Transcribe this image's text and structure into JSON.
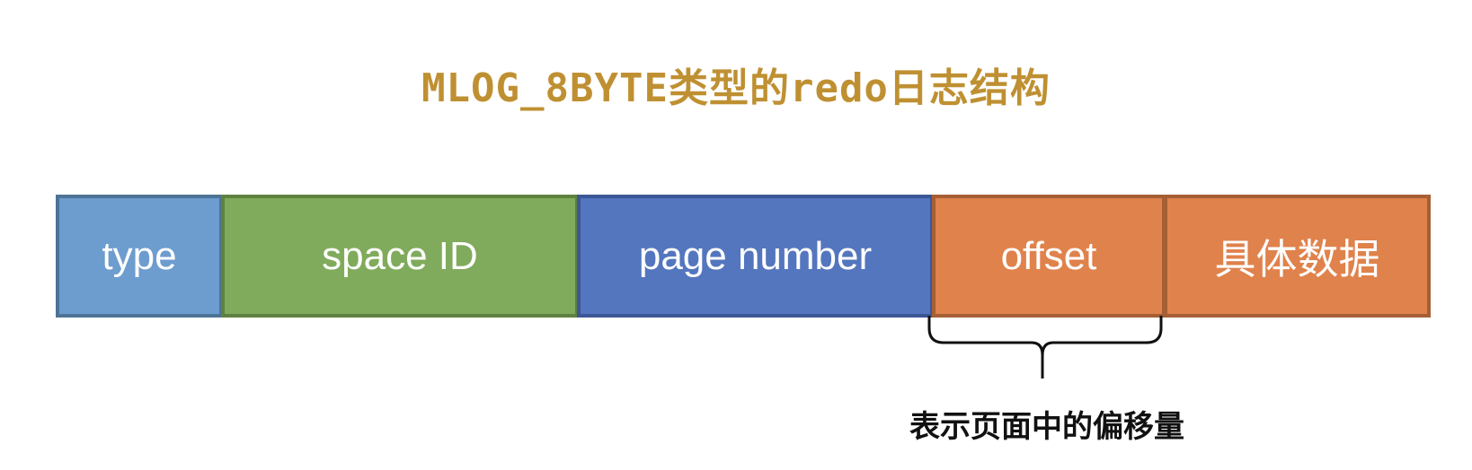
{
  "title": "MLOG_8BYTE类型的redo日志结构",
  "fields": {
    "type": "type",
    "space_id": "space ID",
    "page_number": "page number",
    "offset": "offset",
    "data": "具体数据"
  },
  "annotation": "表示页面中的偏移量",
  "colors": {
    "title": "#bf9032",
    "type": "#6d9ccf",
    "space_id": "#80ab5c",
    "page_number": "#5476be",
    "offset": "#e0824c",
    "data": "#e0824c"
  }
}
